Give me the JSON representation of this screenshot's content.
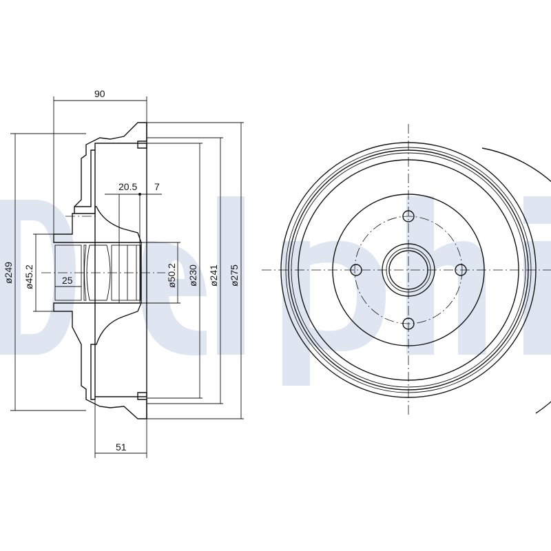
{
  "watermark": "Delphi",
  "dimensions": {
    "overall_width": "90",
    "inner_depth": "51",
    "offset_a": "20.5",
    "offset_b": "7",
    "bore_depth": "25",
    "dia_249": "ø249",
    "dia_45_2": "ø45.2",
    "dia_50_2": "ø50.2",
    "dia_230": "ø230",
    "dia_241": "ø241",
    "dia_275": "ø275"
  },
  "colors": {
    "line": "#111111",
    "watermark": "#dfe6f1"
  }
}
